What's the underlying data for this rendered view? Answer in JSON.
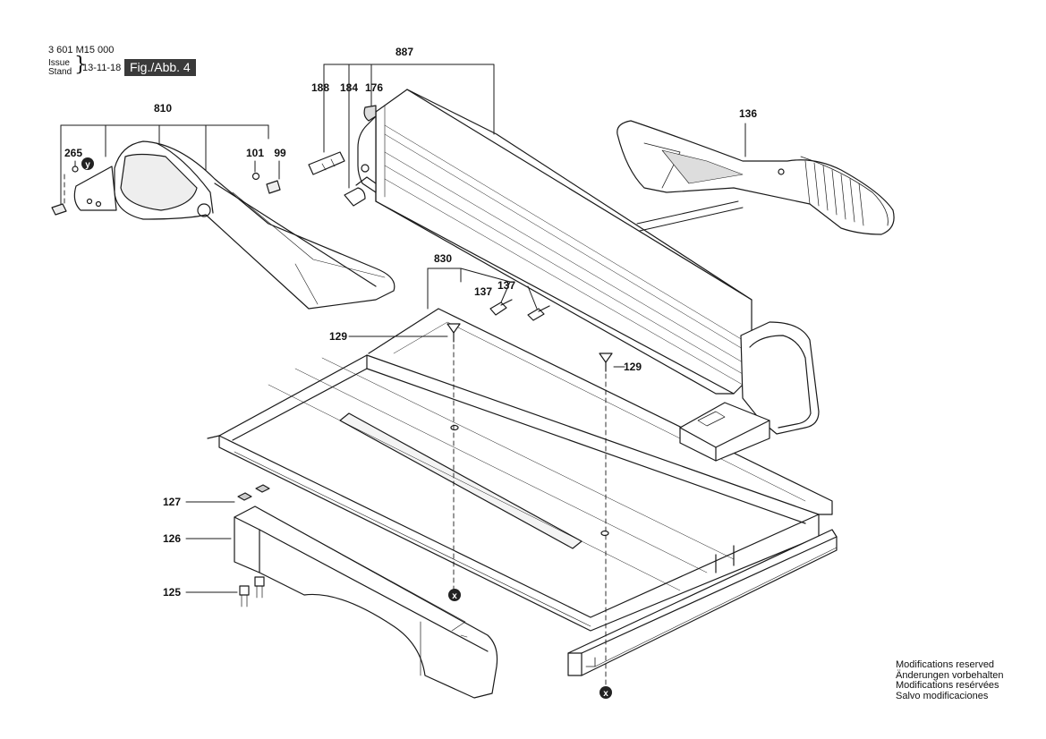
{
  "header": {
    "part_code": "3 601 M15 000",
    "issue_label": "Issue",
    "stand_label": "Stand",
    "date": "13-11-18",
    "figure": "Fig./Abb. 4"
  },
  "callouts": {
    "c887": "887",
    "c188": "188",
    "c184": "184",
    "c176": "176",
    "c810": "810",
    "c265": "265",
    "c101": "101",
    "c99": "99",
    "c136": "136",
    "c830": "830",
    "c137a": "137",
    "c137b": "137",
    "c129a": "129",
    "c129b": "129",
    "c127": "127",
    "c126": "126",
    "c125": "125",
    "markers": {
      "x": "x",
      "y": "y"
    }
  },
  "footer": {
    "lines": [
      "Modifications reserved",
      "Änderungen vorbehalten",
      "Modifications resérvées",
      "Salvo modificaciones"
    ]
  }
}
